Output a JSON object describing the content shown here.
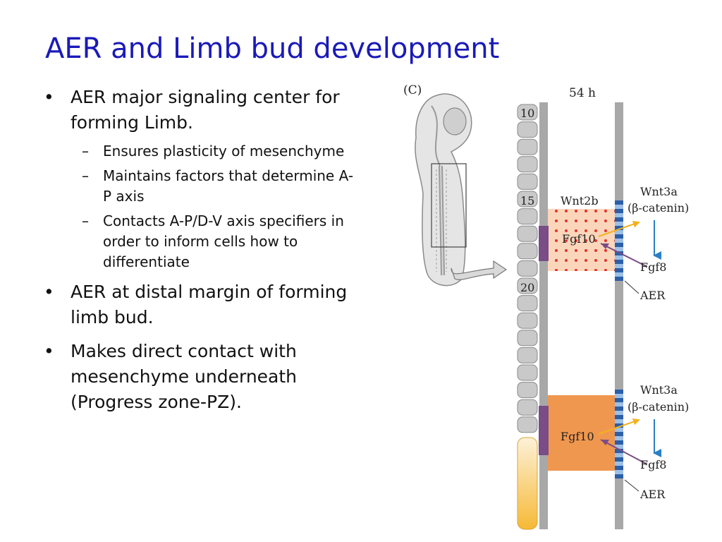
{
  "slide": {
    "title": "AER and Limb bud development",
    "bullets": [
      {
        "text": "AER major signaling center for forming Limb.",
        "sub": [
          "Ensures plasticity of mesenchyme",
          "Maintains factors that determine A-P axis",
          "Contacts A-P/D-V axis specifiers in order to inform cells how to differentiate"
        ]
      },
      {
        "text": "AER at distal margin of forming limb bud.",
        "sub": []
      },
      {
        "text": "Makes direct contact with mesenchyme underneath (Progress zone-PZ).",
        "sub": []
      }
    ],
    "bullet_glyph": "•",
    "sub_glyph": "–"
  },
  "diagram": {
    "panel_label": "(C)",
    "time_label": "54 h",
    "somite_numbers": [
      "10",
      "15",
      "20"
    ],
    "upper": {
      "mesenchyme": "Wnt2b",
      "factor": "Fgf10",
      "ectoderm_signal": "Wnt3a",
      "ectoderm_signal_2": "(β-catenin)",
      "aer_factor": "Fgf8",
      "aer": "AER"
    },
    "lower": {
      "factor": "Fgf10",
      "ectoderm_signal": "Wnt3a",
      "ectoderm_signal_2": "(β-catenin)",
      "aer_factor": "Fgf8",
      "aer": "AER"
    },
    "colors": {
      "title": "#1a1ab8",
      "somite": "#c9c9c9",
      "neural_tube": "#a8a8a8",
      "upper_fill": "#fbd6bb",
      "lower_fill": "#f0974f",
      "dots": "#e0342c",
      "purple": "#7a4d86",
      "aer_blue": "#2b5fa8",
      "yellow_arrow": "#f2b21e",
      "blue_arrow": "#2a7fc6",
      "yolk": "#f7c760"
    }
  }
}
